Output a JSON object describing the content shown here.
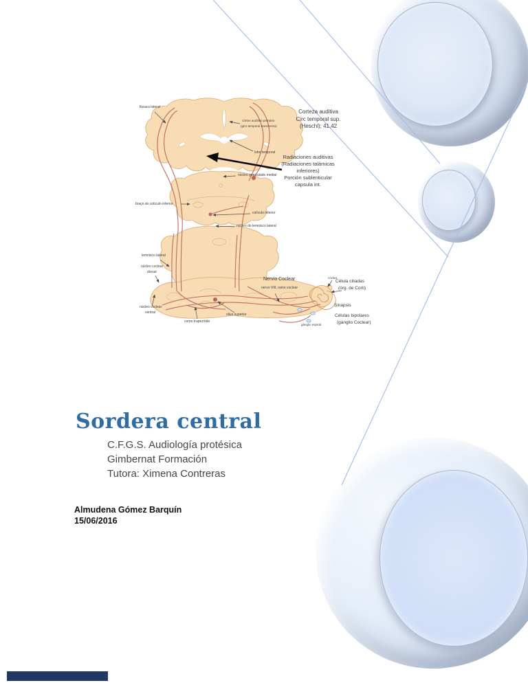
{
  "document": {
    "title": "Sordera central",
    "subtitle_lines": [
      "C.F.G.S. Audiología protésica",
      "Gimbernat Formación",
      "Tutora: Ximena Contreras"
    ],
    "author": "Almudena Gómez Barquín",
    "date": "15/06/2016"
  },
  "colors": {
    "title_blue": "#2e6da4",
    "footer_bar_navy": "#1f3864",
    "decor_line_blue": "#a9c0e8",
    "disc_face_blue": "#d3e1f8",
    "brain_fill_peach": "#f8dcb4",
    "brain_outline": "#dda96e",
    "nerve_fiber_red": "#be6a60",
    "synapse_node_blue": "#d8e6f5"
  },
  "diagram": {
    "annotation_cortex": {
      "line1": "Corteza auditiva",
      "line2": "Circ temporal sup.",
      "line3": "(Heschl); 41,42"
    },
    "annotation_radiaciones": {
      "line1": "Radiaciones auditivas",
      "line2": "(Radiaciones talámicas",
      "line3": "inferiores)",
      "line4": "Porción sublenticular",
      "line5": "capsula int."
    },
    "labels": {
      "fissura": "fissura lateral",
      "cortex1": "córtex auditivo primário",
      "cortex2": "(giro temporal transverso)",
      "lobo": "lobo temporal",
      "geniculado": "núcleo geniculado medial",
      "braco": "braço do colículo inferior",
      "coliculo": "colículo inferior",
      "lemnisco_nucleo": "núcleo do lemnisco lateral",
      "lemnisco": "lemnisco lateral",
      "coclear_dorsal1": "núcleo coclear",
      "coclear_dorsal2": "dorsal",
      "coclear_ventral1": "núcleo coclear",
      "coclear_ventral2": "ventral",
      "trapezoide": "corpo trapezóide",
      "oliva": "oliva superior",
      "nervio": "Nervio Coclear",
      "nervo_viii": "nervo VIII,  ramo coclear",
      "coclea": "cóclea",
      "celula1": "Célula ciliadas",
      "celula2": "(órg. de Corti)",
      "sinapsis": "Sinapsis",
      "bipolares1": "Células bipolares",
      "bipolares2": "(gánglio Coclear)",
      "ganglio": "gánglio espiral"
    }
  }
}
